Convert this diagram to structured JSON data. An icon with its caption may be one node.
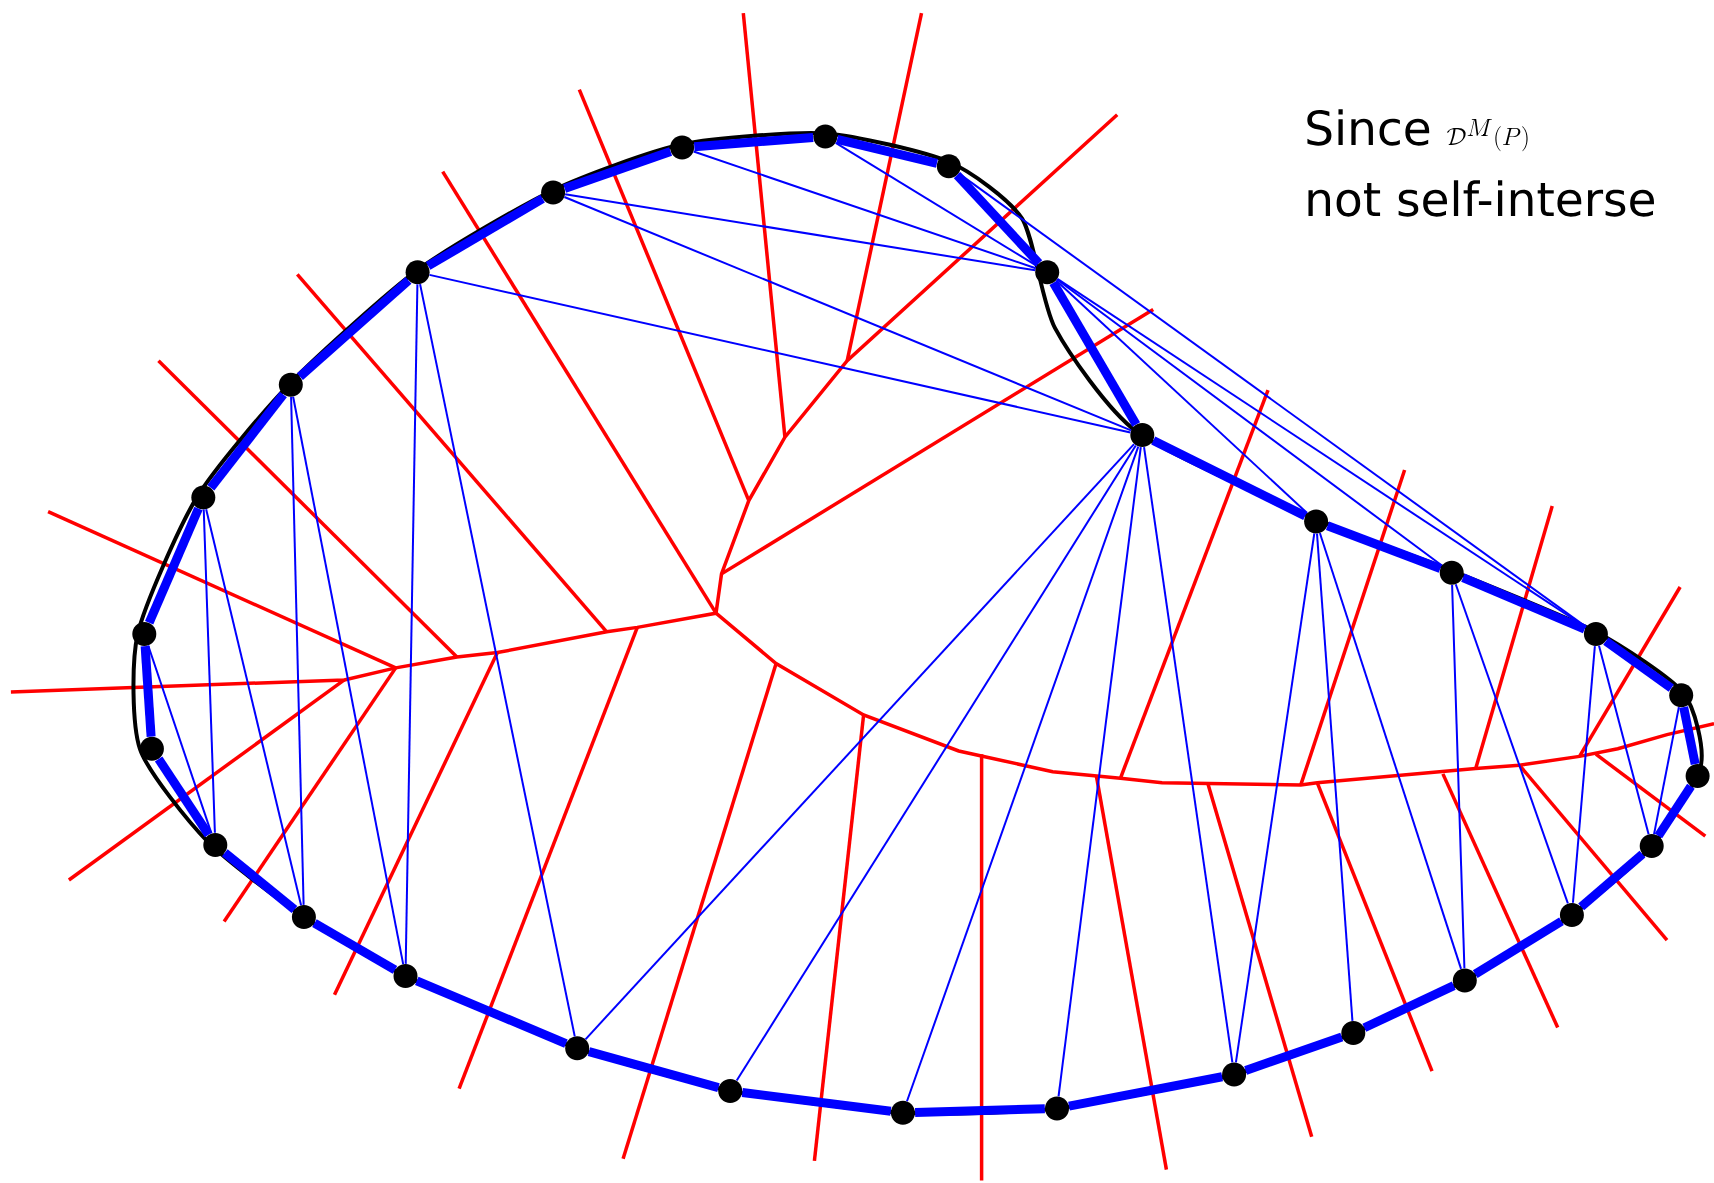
{
  "diagram": {
    "nodes": [
      {
        "text": [],
        "shape": "circle"
      },
      {
        "text": [],
        "shape": "circle"
      },
      {
        "text": [],
        "shape": "circle"
      },
      {
        "text": [],
        "shape": "circle"
      },
      {
        "text": [],
        "shape": "circle"
      },
      {
        "text": [],
        "shape": "circle"
      },
      {
        "text": [],
        "shape": "circle"
      },
      {
        "text": [],
        "shape": "circle"
      },
      {
        "text": [],
        "shape": "circle"
      },
      {
        "text": [],
        "shape": "circle"
      },
      {
        "text": [],
        "shape": "circle"
      },
      {
        "text": [],
        "shape": "circle"
      },
      {
        "text": [],
        "shape": "circle"
      },
      {
        "text": [],
        "shape": "circle"
      },
      {
        "text": [],
        "shape": "circle"
      },
      {
        "text": [],
        "shape": "circle"
      },
      {
        "text": [],
        "shape": "circle"
      },
      {
        "text": [],
        "shape": "circle"
      },
      {
        "text": [],
        "shape": "circle"
      },
      {
        "text": [],
        "shape": "circle"
      },
      {
        "text": [],
        "shape": "circle"
      },
      {
        "text": [],
        "shape": "circle"
      },
      {
        "text": [],
        "shape": "circle"
      },
      {
        "text": [],
        "shape": "circle"
      },
      {
        "text": [],
        "shape": "circle"
      },
      {
        "text": [],
        "shape": "circle"
      },
      {
        "text": [],
        "shape": "circle"
      },
      {
        "text": [],
        "shape": "circle"
      }
    ],
    "edges": [
      {
        "from": 0,
        "to": 1,
        "arrow": "none",
        "style": "thick"
      },
      {
        "from": 1,
        "to": 2,
        "arrow": "none",
        "style": "thick"
      },
      {
        "from": 2,
        "to": 3,
        "arrow": "none",
        "style": "thick"
      },
      {
        "from": 3,
        "to": 4,
        "arrow": "none",
        "style": "thick"
      },
      {
        "from": 4,
        "to": 5,
        "arrow": "none",
        "style": "thick"
      },
      {
        "from": 5,
        "to": 6,
        "arrow": "none",
        "style": "thick"
      },
      {
        "from": 6,
        "to": 7,
        "arrow": "none",
        "style": "thick"
      },
      {
        "from": 7,
        "to": 8,
        "arrow": "none",
        "style": "thick"
      },
      {
        "from": 8,
        "to": 9,
        "arrow": "none",
        "style": "thick"
      },
      {
        "from": 9,
        "to": 10,
        "arrow": "none",
        "style": "thick"
      },
      {
        "from": 10,
        "to": 11,
        "arrow": "none",
        "style": "thick"
      },
      {
        "from": 11,
        "to": 12,
        "arrow": "none",
        "style": "thick"
      },
      {
        "from": 12,
        "to": 13,
        "arrow": "none",
        "style": "thick"
      },
      {
        "from": 13,
        "to": 14,
        "arrow": "none",
        "style": "thick"
      },
      {
        "from": 14,
        "to": 15,
        "arrow": "none",
        "style": "thick"
      },
      {
        "from": 15,
        "to": 16,
        "arrow": "none",
        "style": "thick"
      },
      {
        "from": 16,
        "to": 17,
        "arrow": "none",
        "style": "thick"
      },
      {
        "from": 17,
        "to": 18,
        "arrow": "none",
        "style": "thick"
      },
      {
        "from": 18,
        "to": 19,
        "arrow": "none",
        "style": "thick"
      },
      {
        "from": 19,
        "to": 20,
        "arrow": "none",
        "style": "thick"
      },
      {
        "from": 20,
        "to": 21,
        "arrow": "none",
        "style": "thick"
      },
      {
        "from": 21,
        "to": 22,
        "arrow": "none",
        "style": "thick"
      },
      {
        "from": 22,
        "to": 23,
        "arrow": "none",
        "style": "thick"
      },
      {
        "from": 23,
        "to": 24,
        "arrow": "none",
        "style": "thick"
      },
      {
        "from": 24,
        "to": 25,
        "arrow": "none",
        "style": "thick"
      },
      {
        "from": 25,
        "to": 26,
        "arrow": "none",
        "style": "thick"
      },
      {
        "from": 26,
        "to": 27,
        "arrow": "none",
        "style": "thick"
      },
      {
        "from": 27,
        "to": 0,
        "arrow": "none",
        "style": "thick"
      },
      {
        "from": 27,
        "to": 2,
        "arrow": "none"
      },
      {
        "from": 0,
        "to": 2,
        "arrow": "none"
      },
      {
        "from": 26,
        "to": 2,
        "arrow": "none"
      },
      {
        "from": 26,
        "to": 3,
        "arrow": "none"
      },
      {
        "from": 25,
        "to": 3,
        "arrow": "none"
      },
      {
        "from": 25,
        "to": 18,
        "arrow": "none"
      },
      {
        "from": 25,
        "to": 17,
        "arrow": "none"
      },
      {
        "from": 24,
        "to": 19,
        "arrow": "none"
      },
      {
        "from": 24,
        "to": 18,
        "arrow": "none"
      },
      {
        "from": 23,
        "to": 20,
        "arrow": "none"
      },
      {
        "from": 23,
        "to": 19,
        "arrow": "none"
      },
      {
        "from": 22,
        "to": 20,
        "arrow": "none"
      },
      {
        "from": 1,
        "to": 6,
        "arrow": "none"
      },
      {
        "from": 2,
        "to": 4,
        "arrow": "none"
      },
      {
        "from": 2,
        "to": 5,
        "arrow": "none"
      },
      {
        "from": 2,
        "to": 6,
        "arrow": "none"
      },
      {
        "from": 3,
        "to": 17,
        "arrow": "none"
      },
      {
        "from": 3,
        "to": 16,
        "arrow": "none"
      },
      {
        "from": 3,
        "to": 15,
        "arrow": "none"
      },
      {
        "from": 3,
        "to": 14,
        "arrow": "none"
      },
      {
        "from": 3,
        "to": 13,
        "arrow": "none"
      },
      {
        "from": 4,
        "to": 13,
        "arrow": "none"
      },
      {
        "from": 4,
        "to": 12,
        "arrow": "none"
      },
      {
        "from": 4,
        "to": 11,
        "arrow": "none"
      },
      {
        "from": 5,
        "to": 11,
        "arrow": "none"
      },
      {
        "from": 5,
        "to": 10,
        "arrow": "none"
      },
      {
        "from": 6,
        "to": 10,
        "arrow": "none"
      },
      {
        "from": 6,
        "to": 9,
        "arrow": "none"
      },
      {
        "from": 7,
        "to": 9,
        "arrow": "none"
      }
    ],
    "labels": [
      "Since",
      "\\mathcal{D}^M(P)",
      "not self-interse"
    ]
  }
}
